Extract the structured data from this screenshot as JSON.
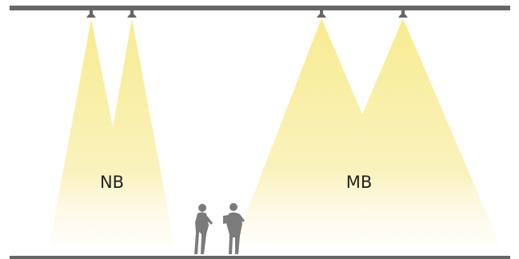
{
  "diagram": {
    "labels": {
      "narrow_beam": "NB",
      "medium_beam": "MB"
    },
    "colors": {
      "rail": "#666666",
      "beam": "#f6ec9a",
      "fixture": "#666666",
      "person": "#7b7b7b",
      "text": "#222222"
    },
    "fixtures": [
      {
        "group": "NB"
      },
      {
        "group": "NB"
      },
      {
        "group": "MB"
      },
      {
        "group": "MB"
      }
    ],
    "people_count": 2
  }
}
